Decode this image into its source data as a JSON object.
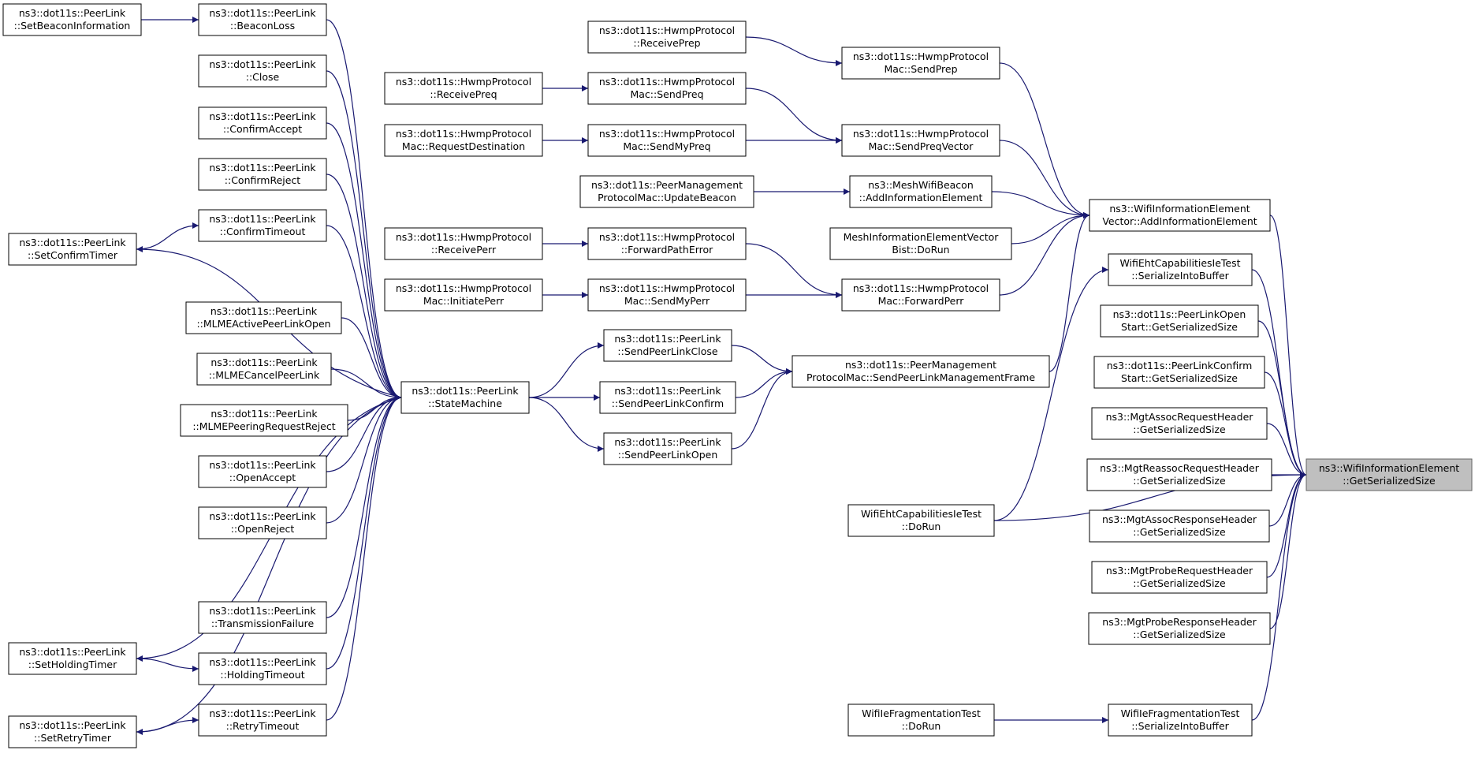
{
  "graph": {
    "colors": {
      "edge": "#191970",
      "node_border": "#000000",
      "node_fill": "#ffffff",
      "highlight_fill": "#bfbfbf"
    },
    "nodes": [
      {
        "id": "setBeaconInfo",
        "lines": [
          "ns3::dot11s::PeerLink",
          "::SetBeaconInformation"
        ]
      },
      {
        "id": "beaconLoss",
        "lines": [
          "ns3::dot11s::PeerLink",
          "::BeaconLoss"
        ]
      },
      {
        "id": "close",
        "lines": [
          "ns3::dot11s::PeerLink",
          "::Close"
        ]
      },
      {
        "id": "confirmAccept",
        "lines": [
          "ns3::dot11s::PeerLink",
          "::ConfirmAccept"
        ]
      },
      {
        "id": "confirmReject",
        "lines": [
          "ns3::dot11s::PeerLink",
          "::ConfirmReject"
        ]
      },
      {
        "id": "confirmTimeout",
        "lines": [
          "ns3::dot11s::PeerLink",
          "::ConfirmTimeout"
        ]
      },
      {
        "id": "setConfirmTimer",
        "lines": [
          "ns3::dot11s::PeerLink",
          "::SetConfirmTimer"
        ]
      },
      {
        "id": "mlmeActive",
        "lines": [
          "ns3::dot11s::PeerLink",
          "::MLMEActivePeerLinkOpen"
        ]
      },
      {
        "id": "mlmeCancel",
        "lines": [
          "ns3::dot11s::PeerLink",
          "::MLMECancelPeerLink"
        ]
      },
      {
        "id": "mlmePeeringReject",
        "lines": [
          "ns3::dot11s::PeerLink",
          "::MLMEPeeringRequestReject"
        ]
      },
      {
        "id": "openAccept",
        "lines": [
          "ns3::dot11s::PeerLink",
          "::OpenAccept"
        ]
      },
      {
        "id": "openReject",
        "lines": [
          "ns3::dot11s::PeerLink",
          "::OpenReject"
        ]
      },
      {
        "id": "transFail",
        "lines": [
          "ns3::dot11s::PeerLink",
          "::TransmissionFailure"
        ]
      },
      {
        "id": "setHoldingTimer",
        "lines": [
          "ns3::dot11s::PeerLink",
          "::SetHoldingTimer"
        ]
      },
      {
        "id": "holdingTimeout",
        "lines": [
          "ns3::dot11s::PeerLink",
          "::HoldingTimeout"
        ]
      },
      {
        "id": "setRetryTimer",
        "lines": [
          "ns3::dot11s::PeerLink",
          "::SetRetryTimer"
        ]
      },
      {
        "id": "retryTimeout",
        "lines": [
          "ns3::dot11s::PeerLink",
          "::RetryTimeout"
        ]
      },
      {
        "id": "stateMachine",
        "lines": [
          "ns3::dot11s::PeerLink",
          "::StateMachine"
        ]
      },
      {
        "id": "receivePreq",
        "lines": [
          "ns3::dot11s::HwmpProtocol",
          "::ReceivePreq"
        ]
      },
      {
        "id": "requestDest",
        "lines": [
          "ns3::dot11s::HwmpProtocol",
          "Mac::RequestDestination"
        ]
      },
      {
        "id": "receivePerr",
        "lines": [
          "ns3::dot11s::HwmpProtocol",
          "::ReceivePerr"
        ]
      },
      {
        "id": "initiatePerr",
        "lines": [
          "ns3::dot11s::HwmpProtocol",
          "Mac::InitiatePerr"
        ]
      },
      {
        "id": "receivePrep",
        "lines": [
          "ns3::dot11s::HwmpProtocol",
          "::ReceivePrep"
        ]
      },
      {
        "id": "sendPreq",
        "lines": [
          "ns3::dot11s::HwmpProtocol",
          "Mac::SendPreq"
        ]
      },
      {
        "id": "sendMyPreq",
        "lines": [
          "ns3::dot11s::HwmpProtocol",
          "Mac::SendMyPreq"
        ]
      },
      {
        "id": "updateBeacon",
        "lines": [
          "ns3::dot11s::PeerManagement",
          "ProtocolMac::UpdateBeacon"
        ]
      },
      {
        "id": "forwardPathError",
        "lines": [
          "ns3::dot11s::HwmpProtocol",
          "::ForwardPathError"
        ]
      },
      {
        "id": "sendMyPerr",
        "lines": [
          "ns3::dot11s::HwmpProtocol",
          "Mac::SendMyPerr"
        ]
      },
      {
        "id": "sendPeerLinkClose",
        "lines": [
          "ns3::dot11s::PeerLink",
          "::SendPeerLinkClose"
        ]
      },
      {
        "id": "sendPeerLinkConfirm",
        "lines": [
          "ns3::dot11s::PeerLink",
          "::SendPeerLinkConfirm"
        ]
      },
      {
        "id": "sendPeerLinkOpen",
        "lines": [
          "ns3::dot11s::PeerLink",
          "::SendPeerLinkOpen"
        ]
      },
      {
        "id": "sendPrep",
        "lines": [
          "ns3::dot11s::HwmpProtocol",
          "Mac::SendPrep"
        ]
      },
      {
        "id": "sendPreqVector",
        "lines": [
          "ns3::dot11s::HwmpProtocol",
          "Mac::SendPreqVector"
        ]
      },
      {
        "id": "addInfoElementBeacon",
        "lines": [
          "ns3::MeshWifiBeacon",
          "::AddInformationElement"
        ]
      },
      {
        "id": "meshIeVector",
        "lines": [
          "MeshInformationElementVector",
          "Bist::DoRun"
        ]
      },
      {
        "id": "forwardPerr",
        "lines": [
          "ns3::dot11s::HwmpProtocol",
          "Mac::ForwardPerr"
        ]
      },
      {
        "id": "sendPeerLinkMgmt",
        "lines": [
          "ns3::dot11s::PeerManagement",
          "ProtocolMac::SendPeerLinkManagementFrame"
        ]
      },
      {
        "id": "ehtDoRun",
        "lines": [
          "WifiEhtCapabilitiesIeTest",
          "::DoRun"
        ]
      },
      {
        "id": "fragDoRun",
        "lines": [
          "WifiIeFragmentationTest",
          "::DoRun"
        ]
      },
      {
        "id": "ieVectorAdd",
        "lines": [
          "ns3::WifiInformationElement",
          "Vector::AddInformationElement"
        ]
      },
      {
        "id": "ehtSerialize",
        "lines": [
          "WifiEhtCapabilitiesIeTest",
          "::SerializeIntoBuffer"
        ]
      },
      {
        "id": "plOpenStart",
        "lines": [
          "ns3::dot11s::PeerLinkOpen",
          "Start::GetSerializedSize"
        ]
      },
      {
        "id": "plConfirmStart",
        "lines": [
          "ns3::dot11s::PeerLinkConfirm",
          "Start::GetSerializedSize"
        ]
      },
      {
        "id": "assocReq",
        "lines": [
          "ns3::MgtAssocRequestHeader",
          "::GetSerializedSize"
        ]
      },
      {
        "id": "reassocReq",
        "lines": [
          "ns3::MgtReassocRequestHeader",
          "::GetSerializedSize"
        ]
      },
      {
        "id": "assocResp",
        "lines": [
          "ns3::MgtAssocResponseHeader",
          "::GetSerializedSize"
        ]
      },
      {
        "id": "probeReq",
        "lines": [
          "ns3::MgtProbeRequestHeader",
          "::GetSerializedSize"
        ]
      },
      {
        "id": "probeResp",
        "lines": [
          "ns3::MgtProbeResponseHeader",
          "::GetSerializedSize"
        ]
      },
      {
        "id": "fragSerialize",
        "lines": [
          "WifiIeFragmentationTest",
          "::SerializeIntoBuffer"
        ]
      },
      {
        "id": "wieGetSize",
        "lines": [
          "ns3::WifiInformationElement",
          "::GetSerializedSize"
        ],
        "highlight": true
      }
    ],
    "edges": [
      {
        "from": "setBeaconInfo",
        "to": "beaconLoss"
      },
      {
        "from": "beaconLoss",
        "to": "stateMachine"
      },
      {
        "from": "close",
        "to": "stateMachine"
      },
      {
        "from": "confirmAccept",
        "to": "stateMachine"
      },
      {
        "from": "confirmReject",
        "to": "stateMachine"
      },
      {
        "from": "setConfirmTimer",
        "to": "confirmTimeout"
      },
      {
        "from": "confirmTimeout",
        "to": "stateMachine"
      },
      {
        "from": "stateMachine",
        "to": "setConfirmTimer"
      },
      {
        "from": "mlmeActive",
        "to": "stateMachine"
      },
      {
        "from": "mlmeCancel",
        "to": "stateMachine"
      },
      {
        "from": "mlmePeeringReject",
        "to": "stateMachine"
      },
      {
        "from": "openAccept",
        "to": "stateMachine"
      },
      {
        "from": "openReject",
        "to": "stateMachine"
      },
      {
        "from": "transFail",
        "to": "stateMachine"
      },
      {
        "from": "stateMachine",
        "to": "setHoldingTimer"
      },
      {
        "from": "setHoldingTimer",
        "to": "holdingTimeout"
      },
      {
        "from": "holdingTimeout",
        "to": "stateMachine"
      },
      {
        "from": "stateMachine",
        "to": "setRetryTimer"
      },
      {
        "from": "setRetryTimer",
        "to": "retryTimeout"
      },
      {
        "from": "retryTimeout",
        "to": "stateMachine"
      },
      {
        "from": "stateMachine",
        "to": "sendPeerLinkClose"
      },
      {
        "from": "stateMachine",
        "to": "sendPeerLinkConfirm"
      },
      {
        "from": "stateMachine",
        "to": "sendPeerLinkOpen"
      },
      {
        "from": "sendPeerLinkClose",
        "to": "sendPeerLinkMgmt"
      },
      {
        "from": "sendPeerLinkConfirm",
        "to": "sendPeerLinkMgmt"
      },
      {
        "from": "sendPeerLinkOpen",
        "to": "sendPeerLinkMgmt"
      },
      {
        "from": "receivePrep",
        "to": "sendPrep"
      },
      {
        "from": "receivePreq",
        "to": "sendPreq"
      },
      {
        "from": "requestDest",
        "to": "sendMyPreq"
      },
      {
        "from": "sendPreq",
        "to": "sendPreqVector"
      },
      {
        "from": "sendMyPreq",
        "to": "sendPreqVector"
      },
      {
        "from": "updateBeacon",
        "to": "addInfoElementBeacon"
      },
      {
        "from": "receivePerr",
        "to": "forwardPathError"
      },
      {
        "from": "initiatePerr",
        "to": "sendMyPerr"
      },
      {
        "from": "forwardPathError",
        "to": "forwardPerr"
      },
      {
        "from": "sendMyPerr",
        "to": "forwardPerr"
      },
      {
        "from": "sendPrep",
        "to": "ieVectorAdd"
      },
      {
        "from": "sendPreqVector",
        "to": "ieVectorAdd"
      },
      {
        "from": "addInfoElementBeacon",
        "to": "ieVectorAdd"
      },
      {
        "from": "meshIeVector",
        "to": "ieVectorAdd"
      },
      {
        "from": "forwardPerr",
        "to": "ieVectorAdd"
      },
      {
        "from": "sendPeerLinkMgmt",
        "to": "ieVectorAdd"
      },
      {
        "from": "ehtDoRun",
        "to": "ehtSerialize"
      },
      {
        "from": "fragDoRun",
        "to": "fragSerialize"
      },
      {
        "from": "ieVectorAdd",
        "to": "wieGetSize"
      },
      {
        "from": "ehtSerialize",
        "to": "wieGetSize"
      },
      {
        "from": "plOpenStart",
        "to": "wieGetSize"
      },
      {
        "from": "plConfirmStart",
        "to": "wieGetSize"
      },
      {
        "from": "assocReq",
        "to": "wieGetSize"
      },
      {
        "from": "reassocReq",
        "to": "wieGetSize"
      },
      {
        "from": "assocResp",
        "to": "wieGetSize"
      },
      {
        "from": "probeReq",
        "to": "wieGetSize"
      },
      {
        "from": "probeResp",
        "to": "wieGetSize"
      },
      {
        "from": "ehtDoRun",
        "to": "wieGetSize"
      },
      {
        "from": "fragSerialize",
        "to": "wieGetSize"
      }
    ]
  }
}
